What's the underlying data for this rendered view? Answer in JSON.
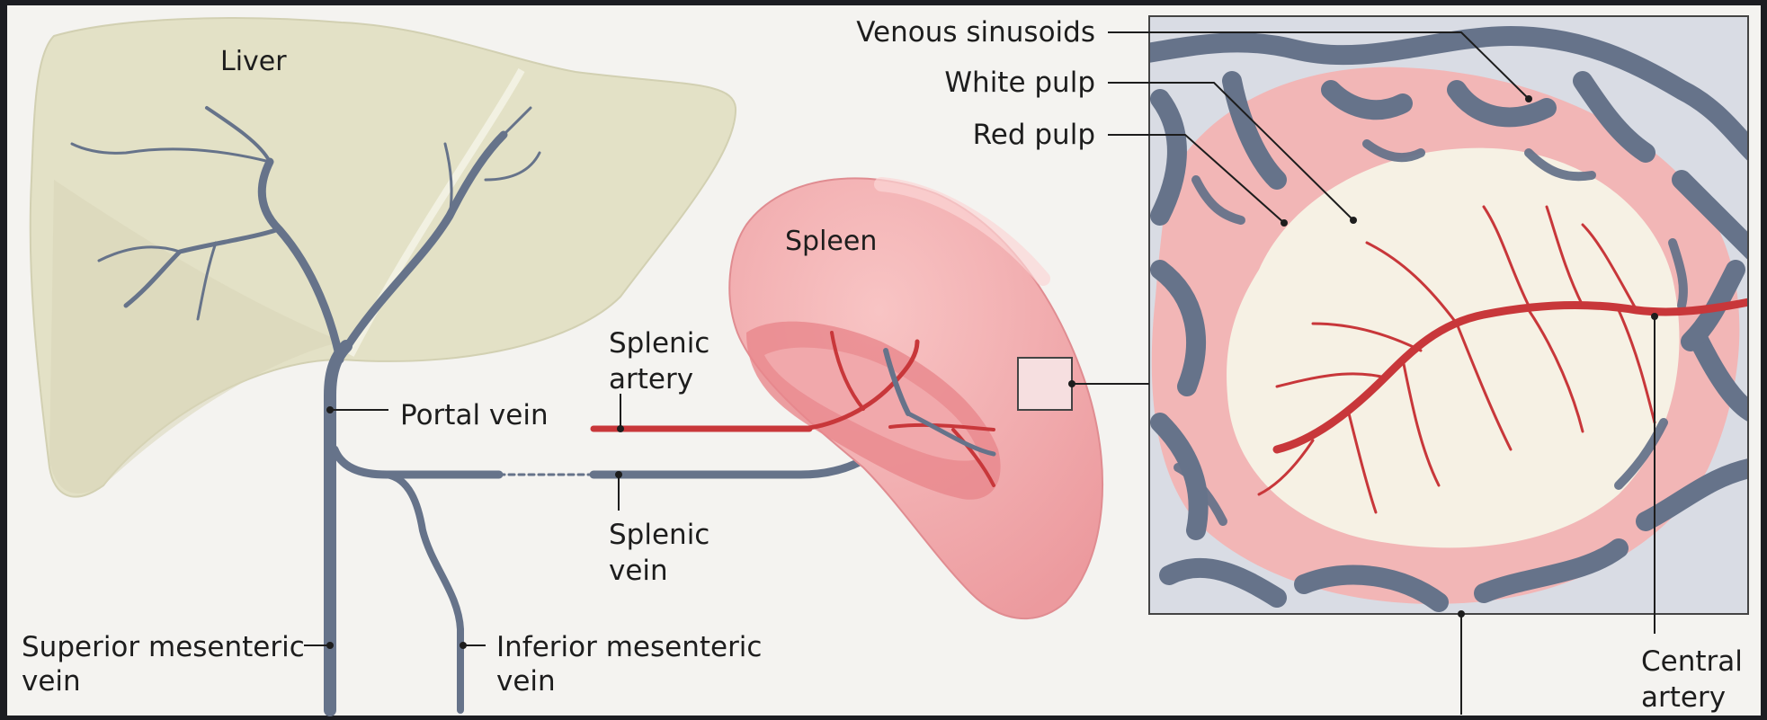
{
  "organs": {
    "liver": "Liver",
    "spleen": "Spleen"
  },
  "labels": {
    "portal_vein": "Portal vein",
    "splenic_artery_line1": "Splenic",
    "splenic_artery_line2": "artery",
    "splenic_vein_line1": "Splenic",
    "splenic_vein_line2": "vein",
    "superior_mesenteric_line1": "Superior mesenteric",
    "superior_mesenteric_line2": "vein",
    "inferior_mesenteric_line1": "Inferior mesenteric",
    "inferior_mesenteric_line2": "vein",
    "venous_sinusoids": "Venous sinusoids",
    "white_pulp": "White pulp",
    "red_pulp": "Red pulp",
    "central_artery_line1": "Central",
    "central_artery_line2": "artery"
  },
  "colors": {
    "background": "#f4f3f0",
    "liver": "#e4e2c8",
    "vein": "#66738a",
    "artery": "#c8373a",
    "spleen": "#f0a3a6",
    "red_pulp": "#f2b6b6",
    "white_pulp": "#f6f1e4",
    "sinusoid_bg": "#d9dce4"
  }
}
